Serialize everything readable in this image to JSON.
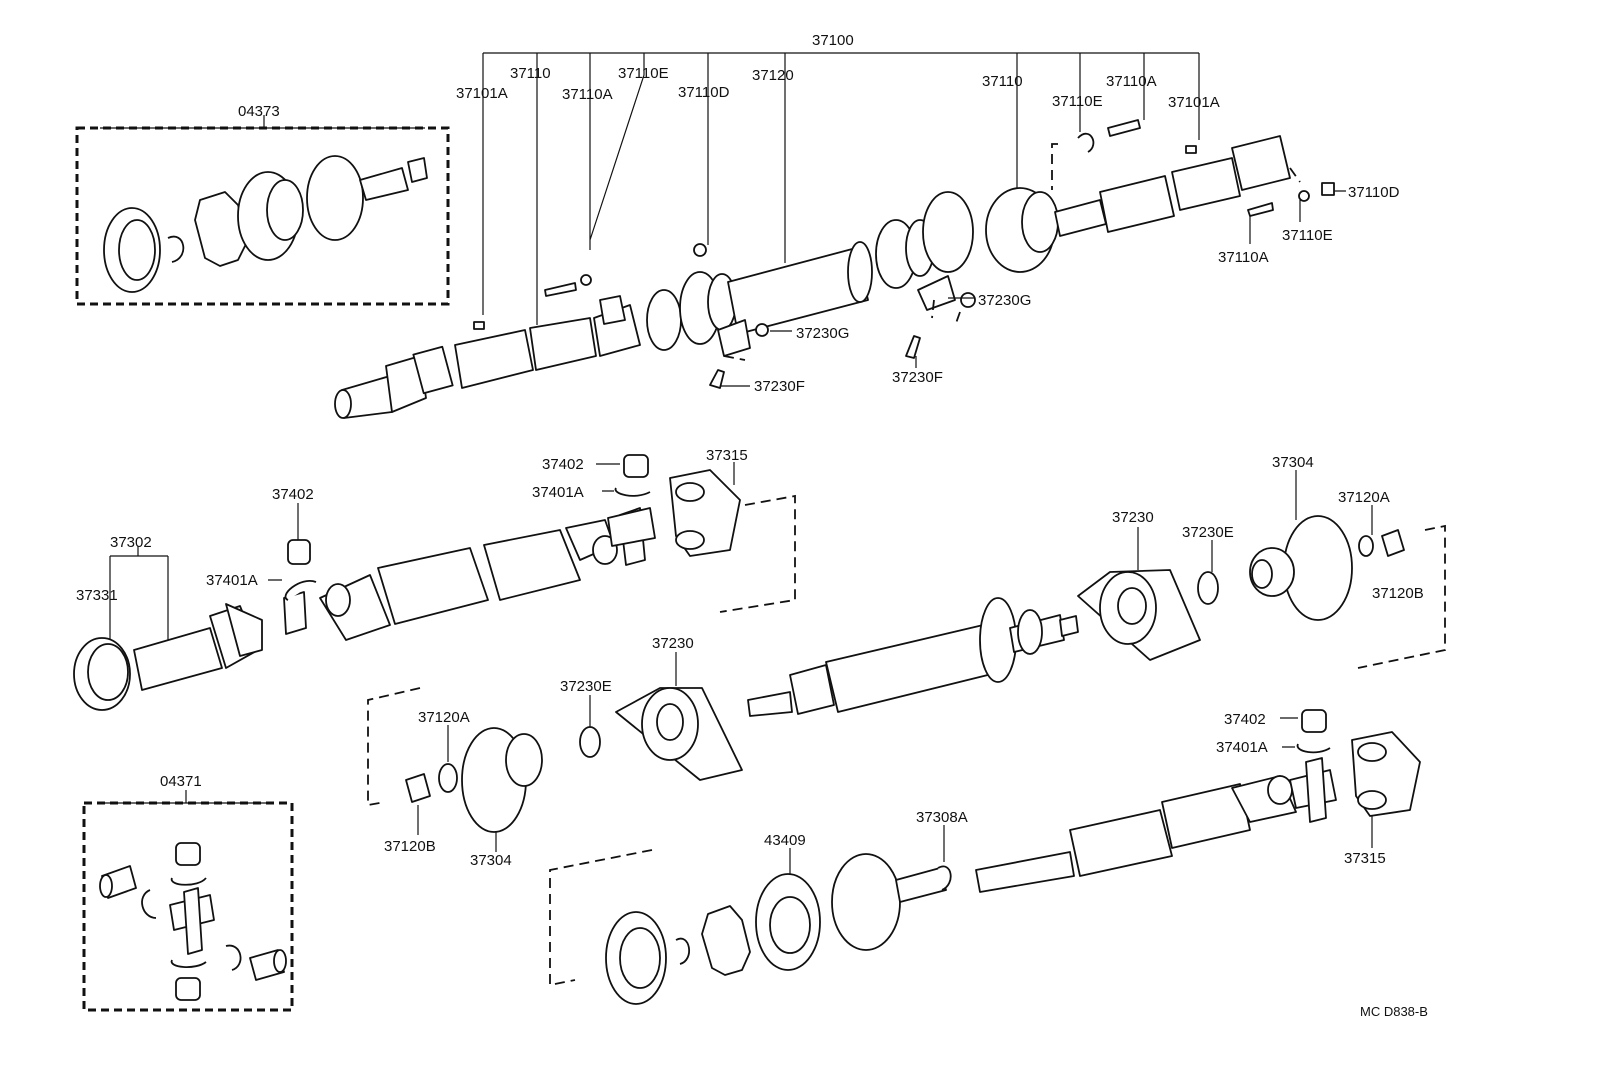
{
  "diagram": {
    "code": "MC D838-B",
    "labels": {
      "l37100": "37100",
      "l37110_a": "37110",
      "l37110E_a": "37110E",
      "l37120": "37120",
      "l37110_b": "37110",
      "l37110A_a": "37110A",
      "l37101A_a": "37101A",
      "l37110A_b": "37110A",
      "l37110D_a": "37110D",
      "l37110E_b": "37110E",
      "l37101A_b": "37101A",
      "l04373": "04373",
      "l37110D_b": "37110D",
      "l37110E_c": "37110E",
      "l37110A_c": "37110A",
      "l37230G_a": "37230G",
      "l37230G_b": "37230G",
      "l37230F_a": "37230F",
      "l37230F_b": "37230F",
      "l37402_a": "37402",
      "l37315_a": "37315",
      "l37401A_a": "37401A",
      "l37402_b": "37402",
      "l37302": "37302",
      "l37331": "37331",
      "l37401A_b": "37401A",
      "l37304_a": "37304",
      "l37120A_a": "37120A",
      "l37230_a": "37230",
      "l37230E_a": "37230E",
      "l37120B_a": "37120B",
      "l37230_b": "37230",
      "l37230E_b": "37230E",
      "l37120A_b": "37120A",
      "l37120B_b": "37120B",
      "l37304_b": "37304",
      "l37402_c": "37402",
      "l37401A_c": "37401A",
      "l04371": "04371",
      "l37308A": "37308A",
      "l43409": "43409",
      "l37315_b": "37315"
    }
  }
}
